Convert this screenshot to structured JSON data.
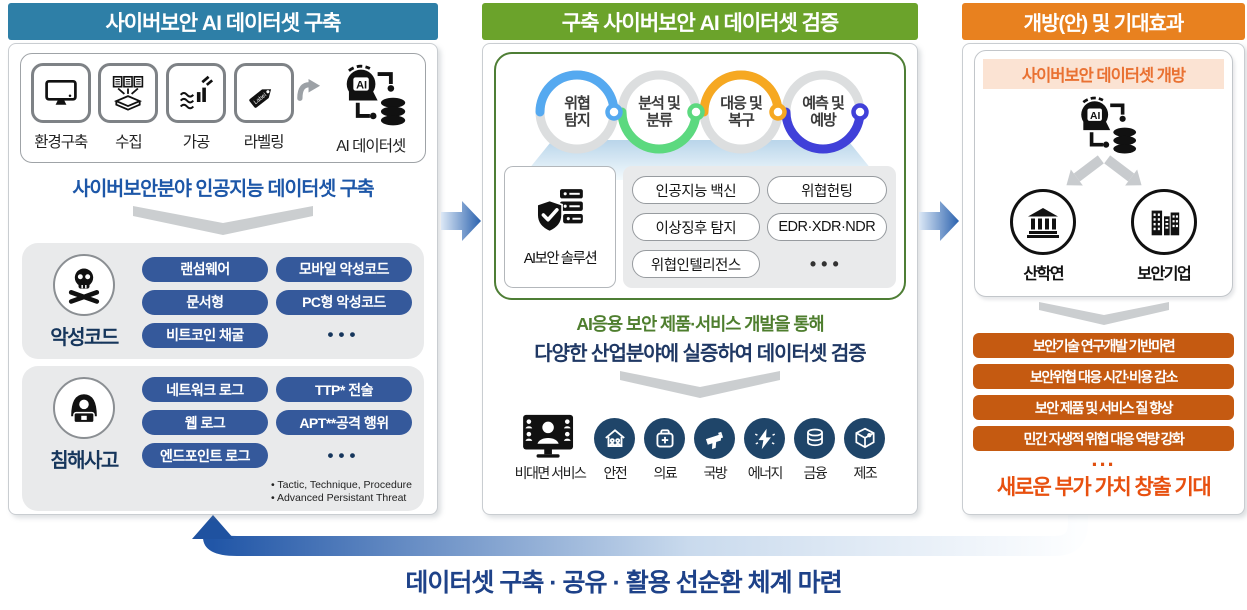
{
  "colors": {
    "left_header": "#2E7FA7",
    "middle_header": "#6BA32B",
    "right_header": "#E8811F",
    "pill_navy": "#35599B",
    "effect_bar_orange": "#C55A11",
    "conclusion_orange": "#E8500F",
    "open_band_bg": "#FBE3D3",
    "open_band_text": "#E97132",
    "industry_circle_navy": "#1F4569",
    "cycle_ring_gray": "#DCDEDF",
    "loop_arrow_blue": "#2156A7",
    "footer_text_navy": "#1E4289"
  },
  "left_panel": {
    "title": "사이버보안 AI 데이터셋 구축",
    "process": {
      "steps": [
        {
          "label": "환경구축",
          "icon": "monitor-icon"
        },
        {
          "label": "수집",
          "icon": "collect-icon"
        },
        {
          "label": "가공",
          "icon": "processing-icon"
        },
        {
          "label": "라벨링",
          "icon": "label-tag-icon"
        }
      ],
      "arrow_icon": "curved-arrow-icon",
      "result": {
        "label": "AI 데이터셋",
        "icon": "ai-dataset-icon"
      }
    },
    "subtitle": "사이버보안분야 인공지능 데이터셋 구축",
    "groups": [
      {
        "name": "악성코드",
        "icon": "skull-icon",
        "pills": [
          "랜섬웨어",
          "모바일 악성코드",
          "문서형",
          "PC형 악성코드",
          "비트코인 채굴"
        ],
        "more": "•••"
      },
      {
        "name": "침해사고",
        "icon": "hacker-icon",
        "pills": [
          "네트워크 로그",
          "TTP* 전술",
          "웹 로그",
          "APT**공격 행위",
          "엔드포인트 로그"
        ],
        "more": "•••",
        "footnotes": [
          "Tactic, Technique, Procedure",
          "Advanced Persistant Threat"
        ]
      }
    ]
  },
  "middle_panel": {
    "title": "구축 사이버보안 AI 데이터셋 검증",
    "cycle": [
      {
        "line1": "위협",
        "line2": "탐지",
        "color": "#55A9F0",
        "arc": "top"
      },
      {
        "line1": "분석 및",
        "line2": "분류",
        "color": "#5CD97F",
        "arc": "bottom"
      },
      {
        "line1": "대응 및",
        "line2": "복구",
        "color": "#F6A821",
        "arc": "top"
      },
      {
        "line1": "예측 및",
        "line2": "예방",
        "color": "#4040D9",
        "arc": "bottom"
      }
    ],
    "solution": {
      "label": "AI보안 솔루션",
      "icon": "shield-check-icon",
      "pills": [
        "인공지능 백신",
        "위협헌팅",
        "이상징후 탐지",
        "EDR·XDR·NDR",
        "위협인텔리전스"
      ],
      "more": "•••"
    },
    "caption_line1": "AI응용 보안 제품·서비스 개발을 통해",
    "caption_line2": "다양한 산업분야에 실증하여 데이터셋 검증",
    "industries": {
      "featured": {
        "label": "비대면 서비스",
        "icon": "video-conference-icon"
      },
      "items": [
        {
          "label": "안전",
          "icon": "safety-icon"
        },
        {
          "label": "의료",
          "icon": "medical-icon"
        },
        {
          "label": "국방",
          "icon": "defense-icon"
        },
        {
          "label": "에너지",
          "icon": "energy-icon"
        },
        {
          "label": "금융",
          "icon": "finance-icon"
        },
        {
          "label": "제조",
          "icon": "manufacturing-icon"
        }
      ]
    }
  },
  "right_panel": {
    "title": "개방(안) 및 기대효과",
    "open_box": {
      "band": "사이버보안 데이터셋 개방",
      "icon": "ai-dataset-icon",
      "targets": [
        {
          "label": "산학연",
          "icon": "institution-icon"
        },
        {
          "label": "보안기업",
          "icon": "security-company-icon"
        }
      ]
    },
    "effects": [
      "보안기술 연구개발 기반마련",
      "보안위협 대응 시간·비용 감소",
      "보안  제품 및 서비스 질 향상",
      "민간 자생적 위협 대응 역량 강화"
    ],
    "more": "...",
    "conclusion": "새로운 부가 가치 창출 기대"
  },
  "footer": {
    "caption": "데이터셋 구축 · 공유 · 활용 선순환 체계 마련"
  }
}
